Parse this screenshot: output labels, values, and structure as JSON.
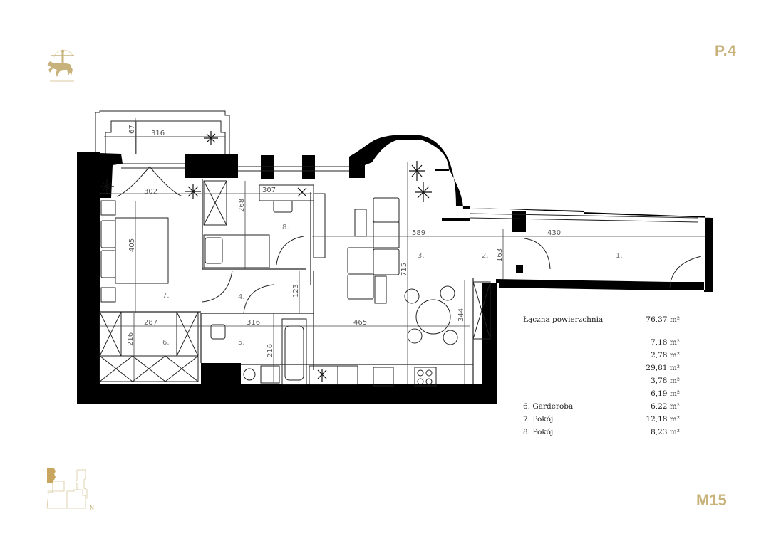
{
  "header": {
    "floor_label": "P.4",
    "logo": "knight-on-horse-logo"
  },
  "footer": {
    "unit_label": "M15",
    "keyplan_icon": "building-keyplan-icon",
    "north_label": "N"
  },
  "plan": {
    "rooms": [
      {
        "id": "1.",
        "name": "",
        "area": "7,18 m²"
      },
      {
        "id": "2.",
        "name": "",
        "area": "2,78 m²"
      },
      {
        "id": "3.",
        "name": "",
        "area": "29,81 m²"
      },
      {
        "id": "4.",
        "name": "",
        "area": "3,78 m²"
      },
      {
        "id": "5.",
        "name": "",
        "area": "6,19 m²"
      },
      {
        "id": "6.",
        "name": "Garderoba",
        "area": "6,22 m²"
      },
      {
        "id": "7.",
        "name": "Pokój",
        "area": "12,18 m²"
      },
      {
        "id": "8.",
        "name": "Pokój",
        "area": "8,23 m²"
      }
    ],
    "dimensions": {
      "balcony_width": "316",
      "balcony_depth": "67",
      "room7_width": "302",
      "room7_length": "405",
      "room8_width": "307",
      "room8_length": "268",
      "living_width": "589",
      "living_length": "715",
      "hall_width": "430",
      "hall_depth": "163",
      "hall4_depth": "123",
      "wardrobe_width": "287",
      "wardrobe_depth": "216",
      "bath_width": "316",
      "bath_depth": "216",
      "kitchen_width": "465",
      "kitchen_depth": "344"
    }
  },
  "legend": {
    "total_label": "Łączna powierzchnia",
    "total_value": "76,37 m²",
    "rows": [
      {
        "label": "",
        "value": "7,18 m²"
      },
      {
        "label": "",
        "value": "2,78 m²"
      },
      {
        "label": "",
        "value": "29,81 m²"
      },
      {
        "label": "",
        "value": "3,78 m²"
      },
      {
        "label": "",
        "value": "6,19 m²"
      },
      {
        "label": "6. Garderoba",
        "value": "6,22 m²"
      },
      {
        "label": "7. Pokój",
        "value": "12,18 m²"
      },
      {
        "label": "8. Pokój",
        "value": "8,23 m²"
      }
    ]
  },
  "colors": {
    "accent_gold": "#c8b27c",
    "wall": "#000000",
    "line": "#222222"
  }
}
